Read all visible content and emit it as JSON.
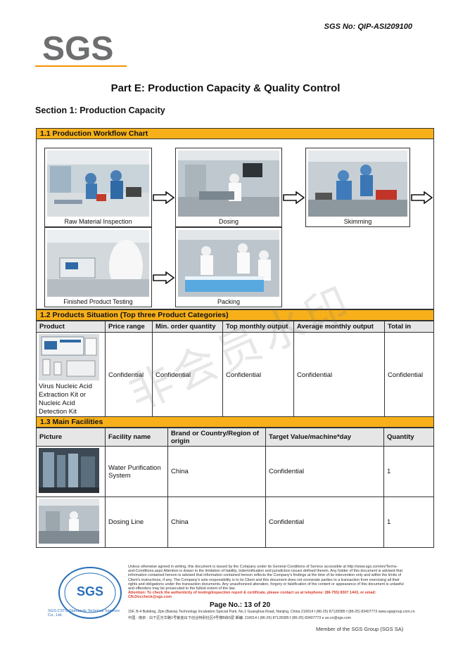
{
  "header": {
    "sgs_no": "SGS No: QIP-ASI209100",
    "logo_text": "SGS"
  },
  "title": "Part E: Production Capacity & Quality Control",
  "section1": "Section 1: Production Capacity",
  "workflow": {
    "heading": "1.1 Production Workflow Chart",
    "steps": [
      "Raw Material Inspection",
      "Dosing",
      "Skimming",
      "Finished Product Testing",
      "Packing"
    ]
  },
  "products": {
    "heading": "1.2 Products Situation (Top three Product Categories)",
    "columns": [
      "Product",
      "Price range",
      "Min. order quantity",
      "Top monthly output",
      "Average monthly output",
      "Total in"
    ],
    "rows": [
      {
        "product": "Virus Nucleic Acid Extraction Kit or Nucleic Acid Detection Kit",
        "price": "Confidential",
        "min_order": "Confidential",
        "top_output": "Confidential",
        "avg_output": "Confidential",
        "total": "Confidential"
      }
    ]
  },
  "facilities": {
    "heading": "1.3 Main Facilities",
    "columns": [
      "Picture",
      "Facility name",
      "Brand or Country/Region of origin",
      "Target Value/machine*day",
      "Quantity"
    ],
    "rows": [
      {
        "name": "Water Purification System",
        "origin": "China",
        "target": "Confidential",
        "qty": "1"
      },
      {
        "name": "Dosing Line",
        "origin": "China",
        "target": "Confidential",
        "qty": "1"
      }
    ]
  },
  "watermark": "非会员水印",
  "footer": {
    "stamp_logo": "SGS",
    "stamp_text": "SGS-CSTC Standards Technical Services Co., Ltd.",
    "legal": "Unless otherwise agreed in writing, this document is issued by the Company under its General Conditions of Service accessible at http://www.sgs.com/en/Terms-and-Conditions.aspx Attention is drawn to the limitation of liability, indemnification and jurisdiction issues defined therein. Any holder of this document is advised that information contained hereon is advised that information contained hereon reflects the Company's findings at the time of its intervention only and within the limits of Client's instructions, if any. The Company's sole responsibility is to its Client and this document does not exonerate parties to a transaction from exercising all their rights and obligations under the transaction documents. Any unauthorized alteration, forgery or falsification of the content or appearance of this document is unlawful and offenders may be prosecuted to the fullest extent of the law.",
    "attention": "Attention: To check the authenticity of testing/inspection report & certificate, please contact us at telephone: (86-755) 8307 1443, or email: CN.Doccheck@sgs.com",
    "page": "Page No.: 13 of 20",
    "address1": "15F, B-4 Building, Zijin (Baixia) Technology Incubation Special Park, No.1 Guanghua Road, Nanjing, China   210014   t (86-25) 87128385   f (86-25) 83407773   www.sgsgroup.com.cn",
    "address2": "中国 · 南京 · 白下区光华路1号紫金白下创业特别社区4号楼B栋5层   邮编: 210014   t (86-25) 87128385   f (86-25) 83407773   e  as.cn@sgs.com",
    "member": "Member of the SGS Group (SGS SA)"
  }
}
